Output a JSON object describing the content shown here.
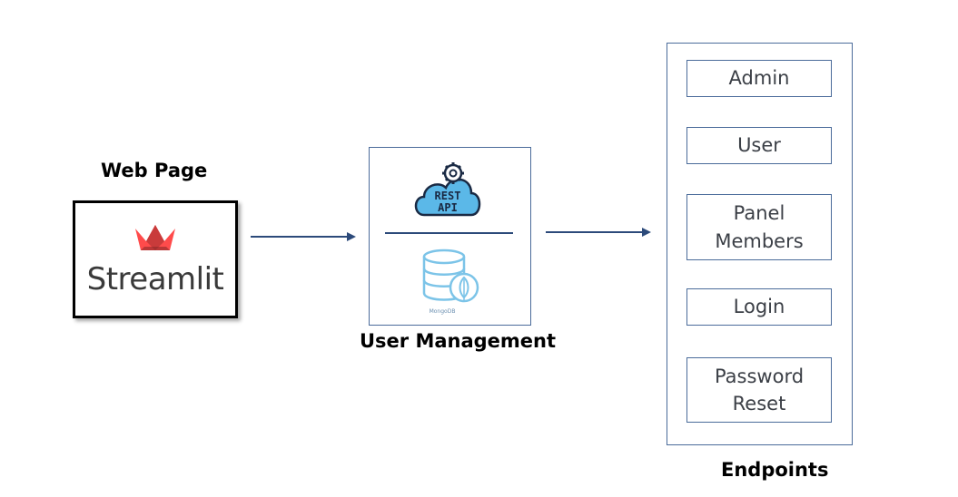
{
  "webpage": {
    "title": "Web Page",
    "logo_text": "Streamlit"
  },
  "user_management": {
    "title": "User Management",
    "rest_line1": "REST",
    "rest_line2": "API",
    "db_caption": "MongoDB"
  },
  "endpoints": {
    "title": "Endpoints",
    "items": [
      {
        "label": "Admin"
      },
      {
        "label": "User"
      },
      {
        "label": "Panel\nMembers"
      },
      {
        "label": "Login"
      },
      {
        "label": "Password\nReset"
      }
    ]
  },
  "colors": {
    "arrow": "#2c4a7a",
    "box_border": "#4a6b9a",
    "icon_blue": "#5bb8e8",
    "crown_red": "#ff4b4b"
  },
  "icons": [
    "streamlit-crown-icon",
    "rest-api-cloud-icon",
    "gear-icon",
    "mongodb-database-icon",
    "leaf-icon"
  ]
}
